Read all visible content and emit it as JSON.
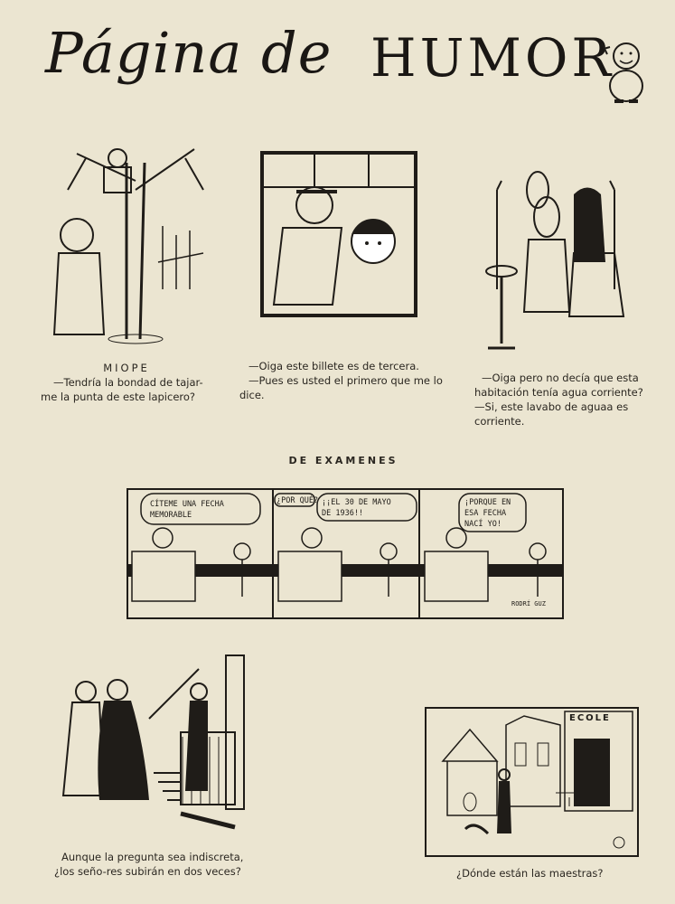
{
  "header": {
    "title_script": "Página de",
    "title_caps": "HUMOR"
  },
  "cartoons": [
    {
      "title": "MIOPE",
      "caption": "—Tendría la bondad de tajar-me la punta de este lapicero?"
    },
    {
      "caption_lines": [
        "—Oiga este billete es de tercera.",
        "—Pues es usted el primero que me lo dice."
      ]
    },
    {
      "caption_lines": [
        "—Oiga pero no decía que esta habitación tenía agua corriente?",
        "—Si, este lavabo de aguaa es corriente."
      ]
    }
  ],
  "comic_strip": {
    "heading": "DE EXAMENES",
    "bubbles": [
      "CÍTEME UNA FECHA",
      "MEMORABLE",
      "¿POR QUÉ?",
      "¡¡EL 30 DE MAYO",
      "DE 1936!!",
      "¡PORQUE EN",
      "ESA FECHA",
      "NACÍ YO!"
    ],
    "signature": "RODRÍ GUZ"
  },
  "bottom_cartoons": [
    {
      "caption": "Aunque la pregunta sea indiscreta, ¿los seño-res subirán en dos veces?"
    },
    {
      "caption": "¿Dónde están las maestras?",
      "sign_text": "ECOLE"
    }
  ]
}
